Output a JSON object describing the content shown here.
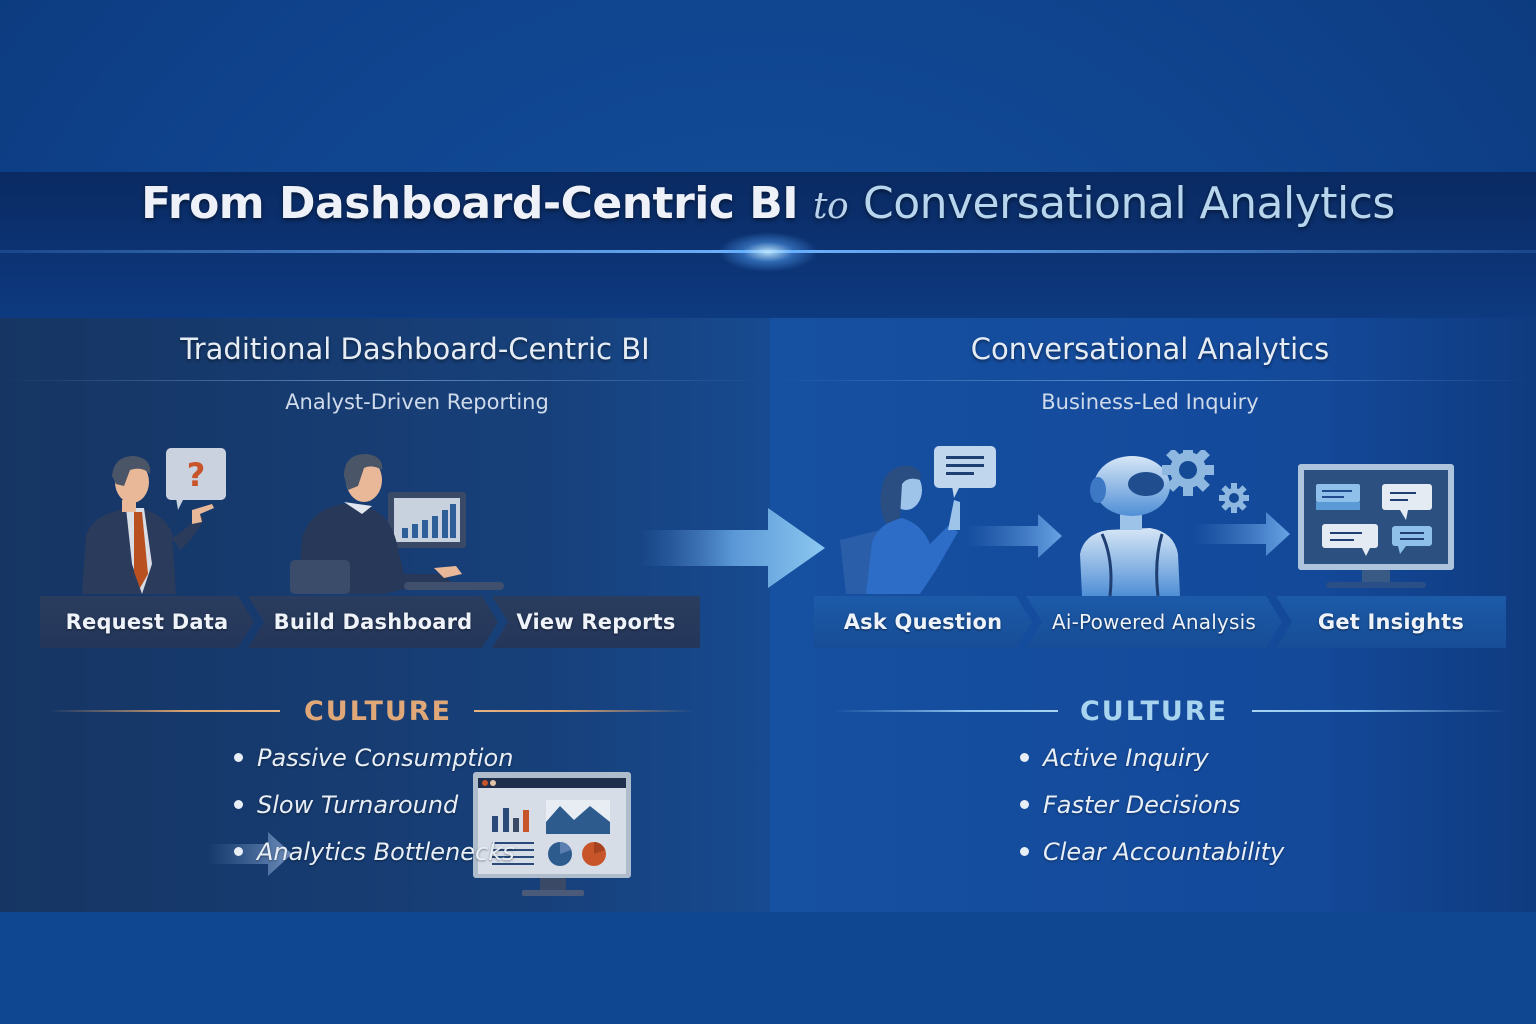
{
  "title": {
    "part1": "From Dashboard-Centric BI",
    "connector": "to",
    "part2": "Conversational Analytics"
  },
  "left_panel": {
    "title": "Traditional Dashboard-Centric BI",
    "subtitle": "Analyst-Driven Reporting",
    "steps": [
      {
        "label": "Request Data",
        "icon": "businessman-question-icon"
      },
      {
        "label": "Build Dashboard",
        "icon": "analyst-computer-icon"
      },
      {
        "label": "View Reports",
        "icon": "dashboard-monitor-icon"
      }
    ],
    "culture": {
      "heading": "CULTURE",
      "items": [
        "Passive Consumption",
        "Slow Turnaround",
        "Analytics Bottlenecks"
      ]
    },
    "accent": "#E0A878"
  },
  "right_panel": {
    "title": "Conversational Analytics",
    "subtitle": "Business-Led Inquiry",
    "steps": [
      {
        "label": "Ask Question",
        "icon": "woman-chat-icon"
      },
      {
        "label": "Ai-Powered Analysis",
        "icon": "robot-gears-icon"
      },
      {
        "label": "Get Insights",
        "icon": "insights-monitor-icon"
      }
    ],
    "culture": {
      "heading": "CULTURE",
      "items": [
        "Active Inquiry",
        "Faster Decisions",
        "Clear Accountability"
      ]
    },
    "accent": "#A8D4F0"
  },
  "colors": {
    "background": "#0F4591",
    "title_band": "#0A2A62",
    "left_panel": "#163563",
    "right_panel": "#1650A1",
    "glow": "#6FB4FF",
    "orange_accent": "#C8552A"
  }
}
